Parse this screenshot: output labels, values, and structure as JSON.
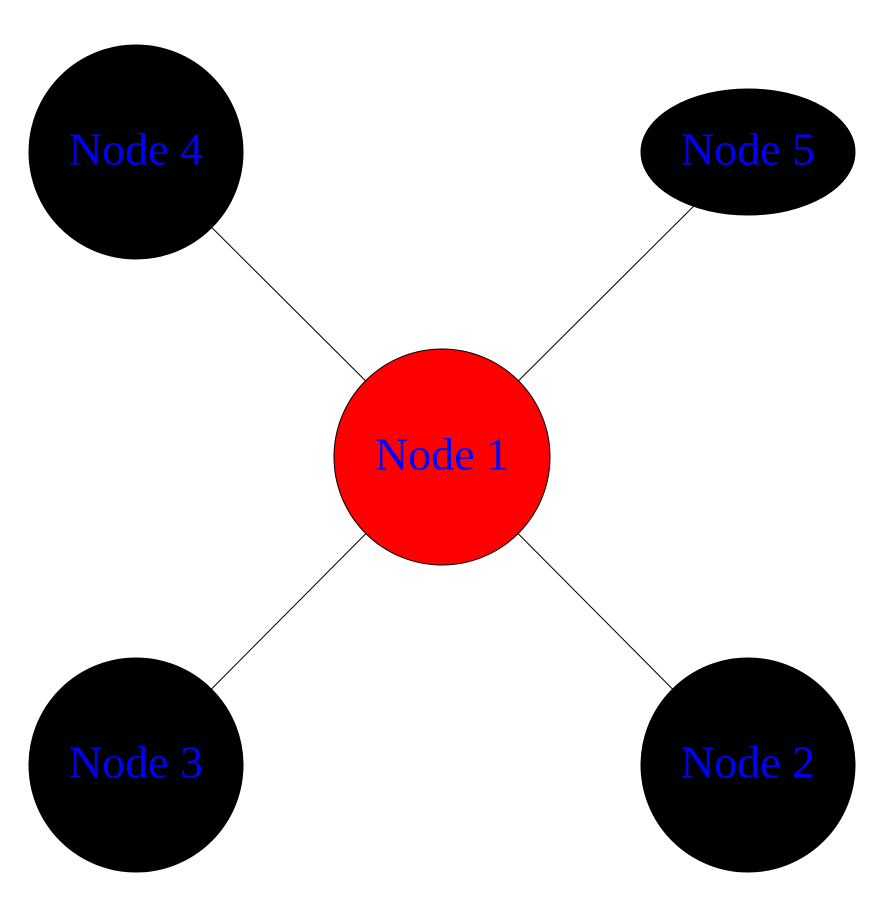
{
  "colors": {
    "center_fill": "#ff0000",
    "node_fill": "#000000",
    "label_color": "#0000ff",
    "edge_color": "#000000"
  },
  "nodes": [
    {
      "id": "n1",
      "label": "Node 1",
      "role": "center"
    },
    {
      "id": "n2",
      "label": "Node 2",
      "role": "leaf"
    },
    {
      "id": "n3",
      "label": "Node 3",
      "role": "leaf"
    },
    {
      "id": "n4",
      "label": "Node 4",
      "role": "leaf"
    },
    {
      "id": "n5",
      "label": "Node 5",
      "role": "leaf"
    }
  ],
  "edges": [
    {
      "from": "n1",
      "to": "n2"
    },
    {
      "from": "n1",
      "to": "n3"
    },
    {
      "from": "n1",
      "to": "n4"
    },
    {
      "from": "n1",
      "to": "n5"
    }
  ]
}
